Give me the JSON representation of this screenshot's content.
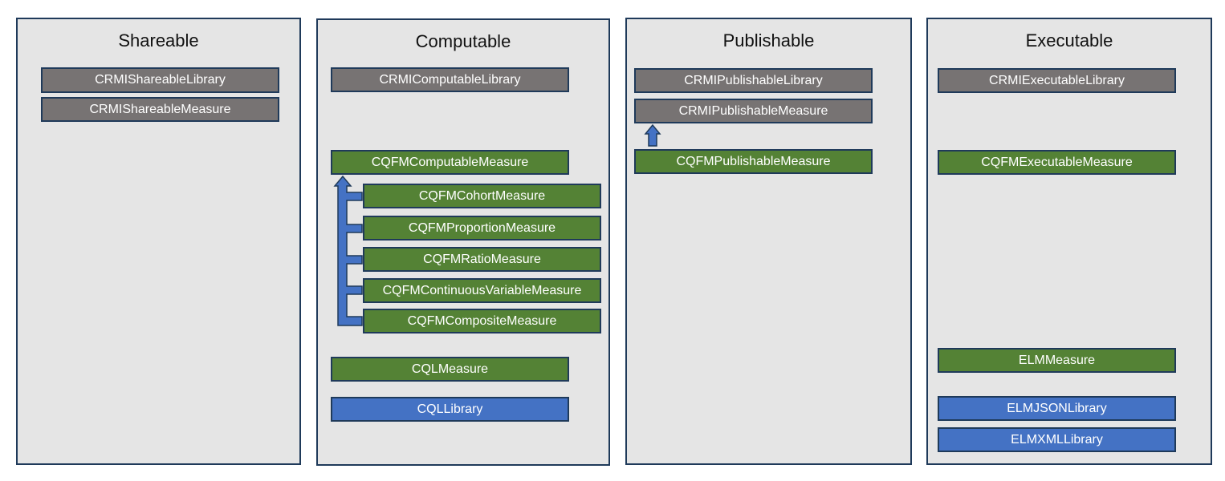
{
  "colors": {
    "panel_background": "#e5e5e5",
    "panel_border": "#1f3a5a",
    "abstract_profile": "#777373",
    "measure_profile": "#548235",
    "library_profile": "#4472c4",
    "inheritance_arrow": "#4472c4"
  },
  "panels": {
    "shareable": {
      "title": "Shareable",
      "items": [
        "CRMIShareableLibrary",
        "CRMIShareableMeasure"
      ]
    },
    "computable": {
      "title": "Computable",
      "items": [
        "CRMIComputableLibrary",
        "CQFMComputableMeasure",
        "CQFMCohortMeasure",
        "CQFMProportionMeasure",
        "CQFMRatioMeasure",
        "CQFMContinuousVariableMeasure",
        "CQFMCompositeMeasure",
        "CQLMeasure",
        "CQLLibrary"
      ]
    },
    "publishable": {
      "title": "Publishable",
      "items": [
        "CRMIPublishableLibrary",
        "CRMIPublishableMeasure",
        "CQFMPublishableMeasure"
      ]
    },
    "executable": {
      "title": "Executable",
      "items": [
        "CRMIExecutableLibrary",
        "CQFMExecutableMeasure",
        "ELMMeasure",
        "ELMJSONLibrary",
        "ELMXMLLibrary"
      ]
    }
  }
}
